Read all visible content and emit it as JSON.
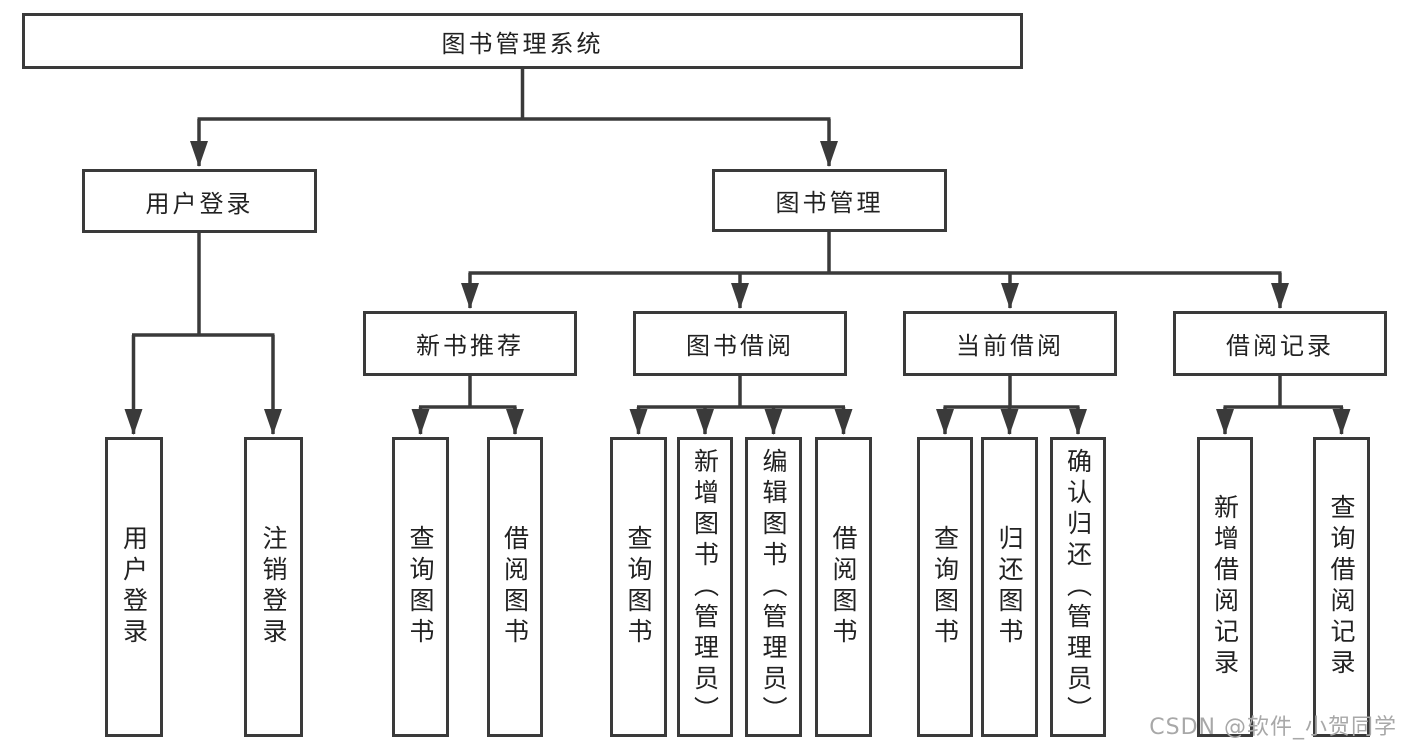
{
  "tree": {
    "label": "图书管理系统",
    "children": [
      {
        "label": "用户登录",
        "children": [
          {
            "label": "用户登录"
          },
          {
            "label": "注销登录"
          }
        ]
      },
      {
        "label": "图书管理",
        "children": [
          {
            "label": "新书推荐",
            "children": [
              {
                "label": "查询图书"
              },
              {
                "label": "借阅图书"
              }
            ]
          },
          {
            "label": "图书借阅",
            "children": [
              {
                "label": "查询图书"
              },
              {
                "label": "新增图书（管理员）"
              },
              {
                "label": "编辑图书（管理员）"
              },
              {
                "label": "借阅图书"
              }
            ]
          },
          {
            "label": "当前借阅",
            "children": [
              {
                "label": "查询图书"
              },
              {
                "label": "归还图书"
              },
              {
                "label": "确认归还（管理员）"
              }
            ]
          },
          {
            "label": "借阅记录",
            "children": [
              {
                "label": "新增借阅记录"
              },
              {
                "label": "查询借阅记录"
              }
            ]
          }
        ]
      }
    ]
  },
  "colors": {
    "line": "#3a3a3a",
    "box_border": "#3a3a3a",
    "box_bg": "#ffffff",
    "text": "#222222",
    "watermark": "#a8a8a8"
  },
  "watermark": "CSDN @软件_小贺同学"
}
